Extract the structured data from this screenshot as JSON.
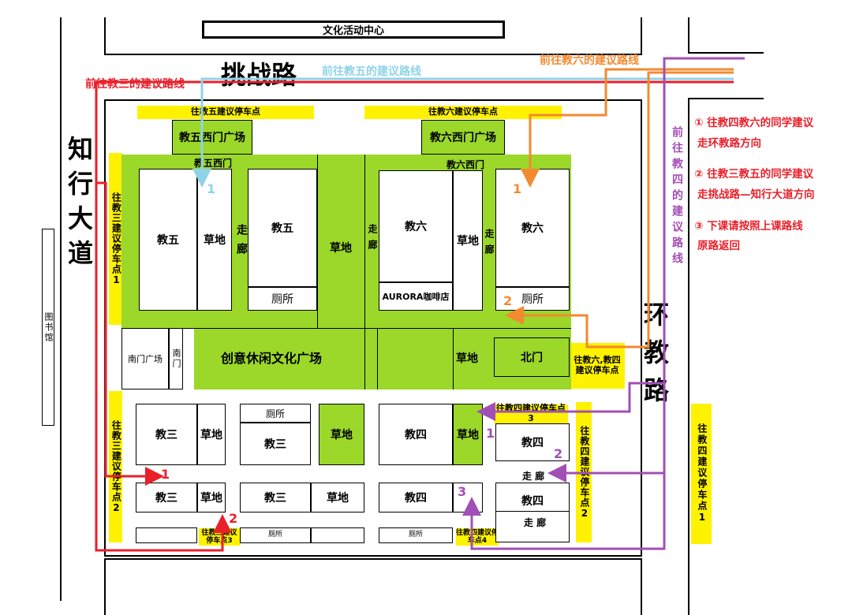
{
  "header": {
    "cultural_center": "文化活动中心"
  },
  "roads": {
    "challenge_road": "挑战路",
    "zhixing_avenue": "知行大道",
    "ring_road": "环教路"
  },
  "landmarks": {
    "library": "图书馆"
  },
  "route_labels": {
    "to_jiao3": "前往教三的建议路线",
    "to_jiao5": "前往教五的建议路线",
    "to_jiao6": "前往教六的建议路线",
    "to_jiao4": "前往教四的建议路线"
  },
  "parking": {
    "jiao5": "往教五建议停车点",
    "jiao6": "往教六建议停车点",
    "jiao3_1": "往教三建议停车点1",
    "jiao3_2": "往教三建议停车点2",
    "jiao3_3": "往教三建议停车点3",
    "jiao4_1": "往教四建议停车点1",
    "jiao4_2": "往教四建议停车点2",
    "jiao4_3": "往教四建议停车点3",
    "jiao4_4": "往教四建议停车点4",
    "jiao6_jiao4": "往教六,教四建议停车点"
  },
  "plazas": {
    "jiao5_west_plaza": "教五西门广场",
    "jiao6_west_plaza": "教六西门广场",
    "jiao5_west_gate": "教五西门",
    "jiao6_west_gate": "教六西门",
    "creative_plaza": "创意休闲文化广场",
    "south_gate_plaza": "南门广场",
    "south_gate": "南门",
    "north_gate": "北门"
  },
  "buildings": {
    "jiao5": "教五",
    "jiao6": "教六",
    "jiao3": "教三",
    "jiao4": "教四",
    "lawn": "草地",
    "corridor": "走廊",
    "corridor_spaced": "走 廊",
    "toilet": "厕所",
    "aurora_cafe": "AURORA咖啡店"
  },
  "notes": [
    "① 往教四教六的同学建议",
    "走环教路方向",
    "② 往教三教五的同学建议",
    "走挑战路—知行大道方向",
    "③ 下课请按照上课路线",
    "原路返回"
  ],
  "markers": {
    "one": "1",
    "two": "2",
    "three": "3"
  },
  "colors": {
    "lawn": "#9bd82a",
    "parking": "#fff200",
    "route_jiao3": "#e8202a",
    "route_jiao5": "#8fd3e8",
    "route_jiao6": "#f28a30",
    "route_jiao4": "#a24fb5"
  }
}
